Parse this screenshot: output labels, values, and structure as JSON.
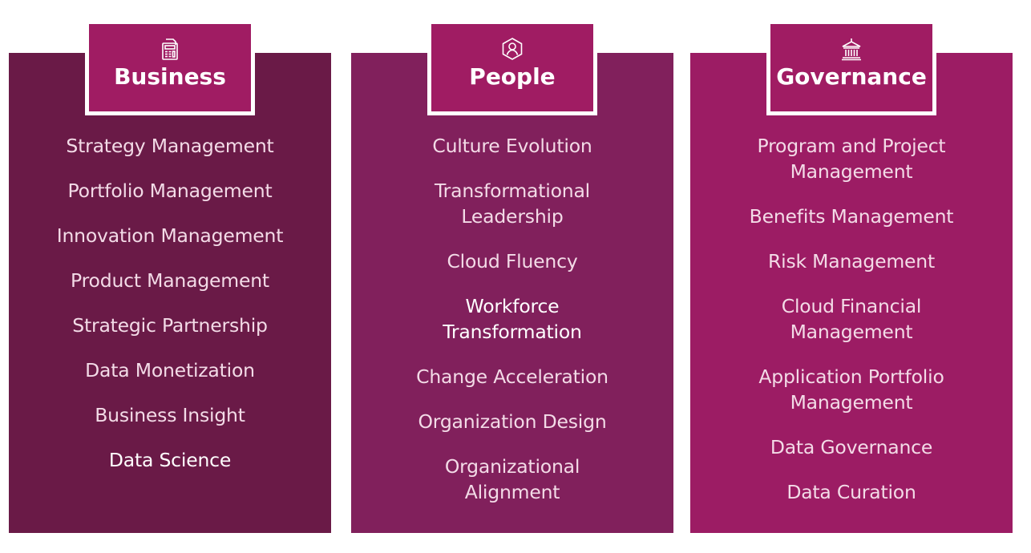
{
  "columns": [
    {
      "title": "Business",
      "icon": "calculator-icon",
      "items": [
        "Strategy Management",
        "Portfolio Management",
        "Innovation Management",
        "Product Management",
        "Strategic Partnership",
        "Data Monetization",
        "Business Insight",
        "Data Science"
      ]
    },
    {
      "title": "People",
      "icon": "person-icon",
      "items": [
        "Culture Evolution",
        "Transformational Leadership",
        "Cloud Fluency",
        "Workforce Transformation",
        "Change Acceleration",
        "Organization Design",
        "Organizational Alignment"
      ]
    },
    {
      "title": "Governance",
      "icon": "government-building-icon",
      "items": [
        "Program and Project Management",
        "Benefits Management",
        "Risk Management",
        "Cloud Financial Management",
        "Application Portfolio Management",
        "Data Governance",
        "Data Curation"
      ]
    }
  ],
  "colors": {
    "business_panel": "#6a1a47",
    "people_panel": "#81205c",
    "governance_panel": "#9c1c64",
    "tab": "#a01c63",
    "text": "#f3dbe7"
  }
}
